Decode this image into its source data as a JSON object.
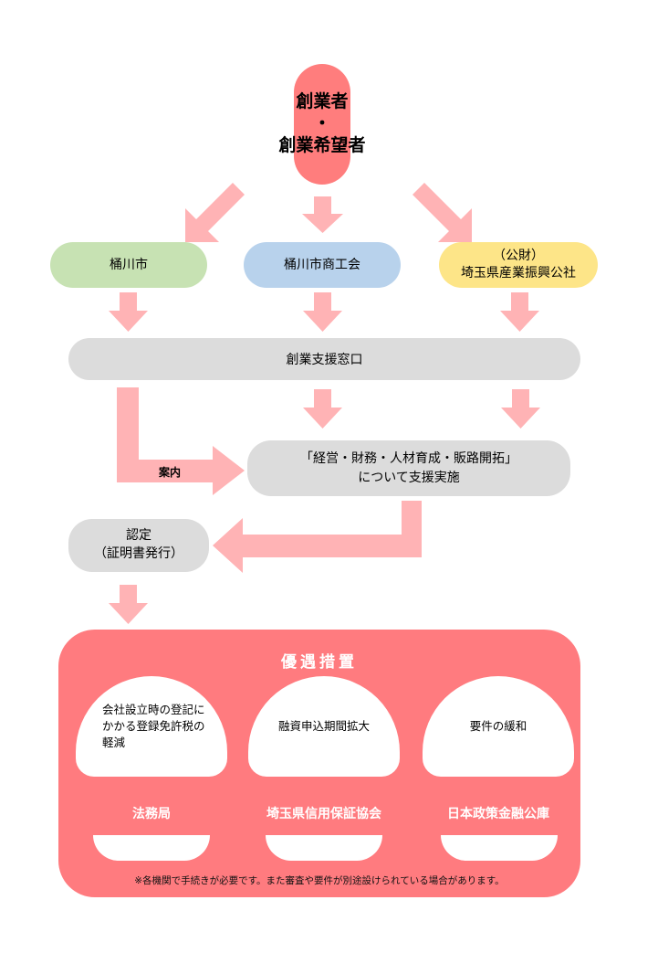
{
  "founder": {
    "line1": "創業者",
    "dot": "・",
    "line2": "創業希望者"
  },
  "orgs": {
    "city": "桶川市",
    "chamber": "桶川市商工会",
    "corp_line1": "（公財）",
    "corp_line2": "埼玉県産業振興公社"
  },
  "window_label": "創業支援窓口",
  "guide_label": "案内",
  "support": {
    "line1": "「経営・財務・人材育成・販路開拓」",
    "line2": "について支援実施"
  },
  "cert": {
    "line1": "認定",
    "line2": "（証明書発行）"
  },
  "benefits": {
    "title": "優遇措置",
    "items": [
      {
        "text": "会社設立時の登記にかかる登録免許税の軽減",
        "org": "法務局"
      },
      {
        "text": "融資申込期間拡大",
        "org": "埼玉県信用保証協会"
      },
      {
        "text": "要件の緩和",
        "org": "日本政策金融公庫"
      }
    ],
    "note": "※各機関で手続きが必要です。また審査や要件が別途設けられている場合があります。"
  },
  "colors": {
    "arrow": "#ffb3b5",
    "founder": "#ff7d7d",
    "panel": "#ff7b7f",
    "green": "#c7e2b3",
    "blue": "#b8d2ec",
    "yellow": "#fde588",
    "gray": "#dcdcdc"
  }
}
